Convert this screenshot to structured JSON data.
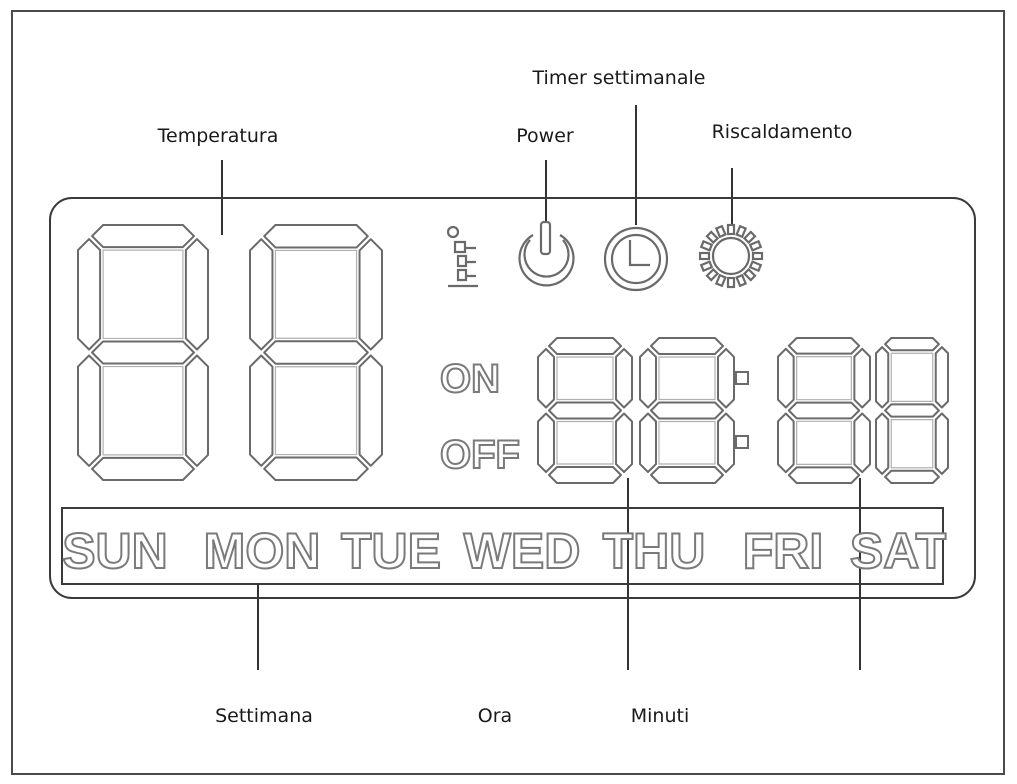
{
  "labels": {
    "timer": "Timer settimanale",
    "temperature": "Temperatura",
    "power": "Power",
    "heating": "Riscaldamento",
    "week": "Settimana",
    "hour": "Ora",
    "minutes": "Minuti"
  },
  "indicators": {
    "on": "ON",
    "off": "OFF"
  },
  "days": [
    "SUN",
    "MON",
    "TUE",
    "WED",
    "THU",
    "FRI",
    "SAT"
  ],
  "icons": [
    "person-icon",
    "power-icon",
    "clock-icon",
    "sun-icon"
  ]
}
